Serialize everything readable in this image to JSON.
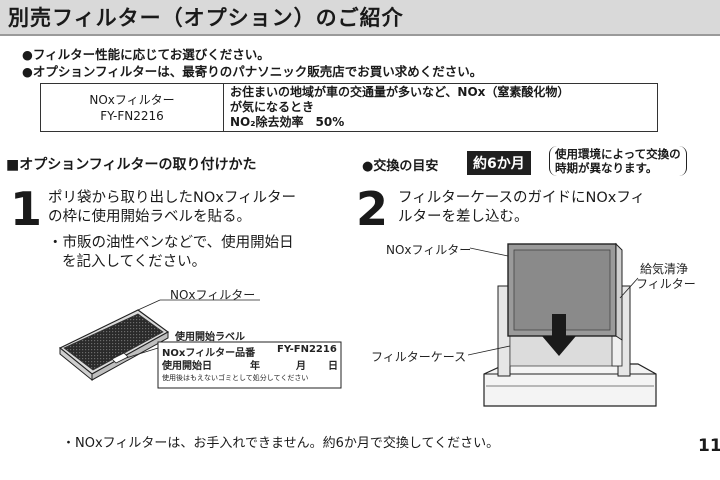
{
  "header": {
    "title": "別売フィルター（オプション）のご紹介"
  },
  "notes": [
    "●フィルター性能に応じてお選びください。",
    "●オプションフィルターは、最寄りのパナソニック販売店でお買い求めください。"
  ],
  "spec_table": {
    "name": "NOxフィルター",
    "model": "FY-FN2216",
    "desc_line1": "お住まいの地域が車の交通量が多いなど、NOx（窒素酸化物）",
    "desc_line2": "が気になるとき",
    "efficiency": "NO₂除去効率　50%"
  },
  "section": {
    "heading": "■オプションフィルターの取り付けかた",
    "interval_label": "●交換の目安",
    "interval_value": "約6か月",
    "note_line1": "使用環境によって交換の",
    "note_line2": "時期が異なります。"
  },
  "step1": {
    "number": "1",
    "line1": "ポリ袋から取り出したNOxフィルター",
    "line2": "の枠に使用開始ラベルを貼る。",
    "sub1": "・市販の油性ペンなどで、使用開始日",
    "sub2": "を記入してください。",
    "fig_filter_label": "NOxフィルター",
    "fig_label_title": "使用開始ラベル",
    "label_row1_a": "NOxフィルター品番",
    "label_row1_b": "FY-FN2216",
    "label_row2_a": "使用開始日",
    "label_row2_b": "年",
    "label_row2_c": "月",
    "label_row2_d": "日",
    "label_row3": "使用後はもえないゴミとして処分してください"
  },
  "step2": {
    "number": "2",
    "line1": "フィルターケースのガイドにNOxフィ",
    "line2": "ルターを差し込む。",
    "fig_nox_label": "NOxフィルター",
    "fig_supply_label1": "給気清浄",
    "fig_supply_label2": "フィルター",
    "fig_case_label": "フィルターケース"
  },
  "footer": {
    "note": "・NOxフィルターは、お手入れできません。約6か月で交換してください。",
    "page_number": "11"
  }
}
